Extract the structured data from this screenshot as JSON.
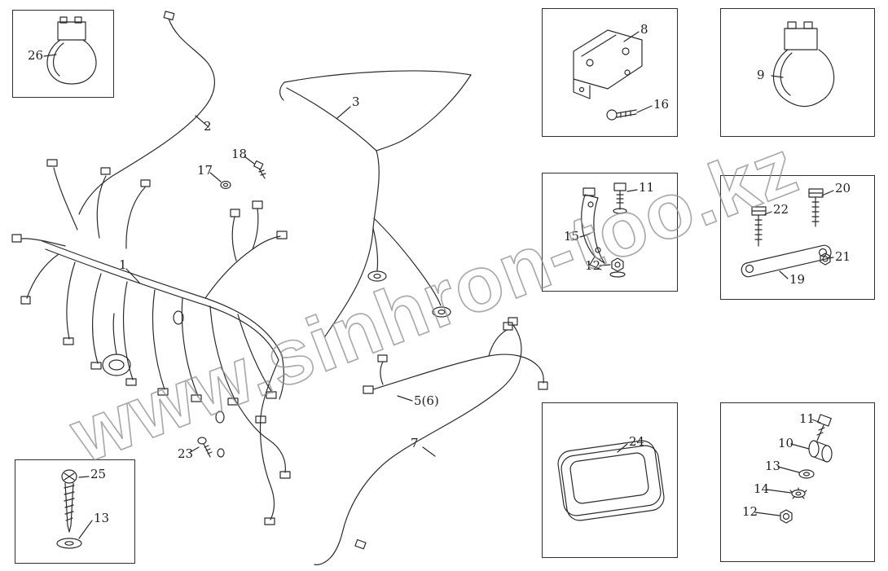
{
  "watermark": "www.sinhron-too.kz",
  "callouts": {
    "c1": "1",
    "c2": "2",
    "c3": "3",
    "c5_6": "5(6)",
    "c7": "7",
    "c8": "8",
    "c9": "9",
    "c10": "10",
    "c11a": "11",
    "c11b": "11",
    "c12a": "12",
    "c12b": "12",
    "c13a": "13",
    "c13b": "13",
    "c14": "14",
    "c15": "15",
    "c16": "16",
    "c17": "17",
    "c18": "18",
    "c19": "19",
    "c20": "20",
    "c21": "21",
    "c22": "22",
    "c23": "23",
    "c24": "24",
    "c25": "25",
    "c26": "26"
  }
}
